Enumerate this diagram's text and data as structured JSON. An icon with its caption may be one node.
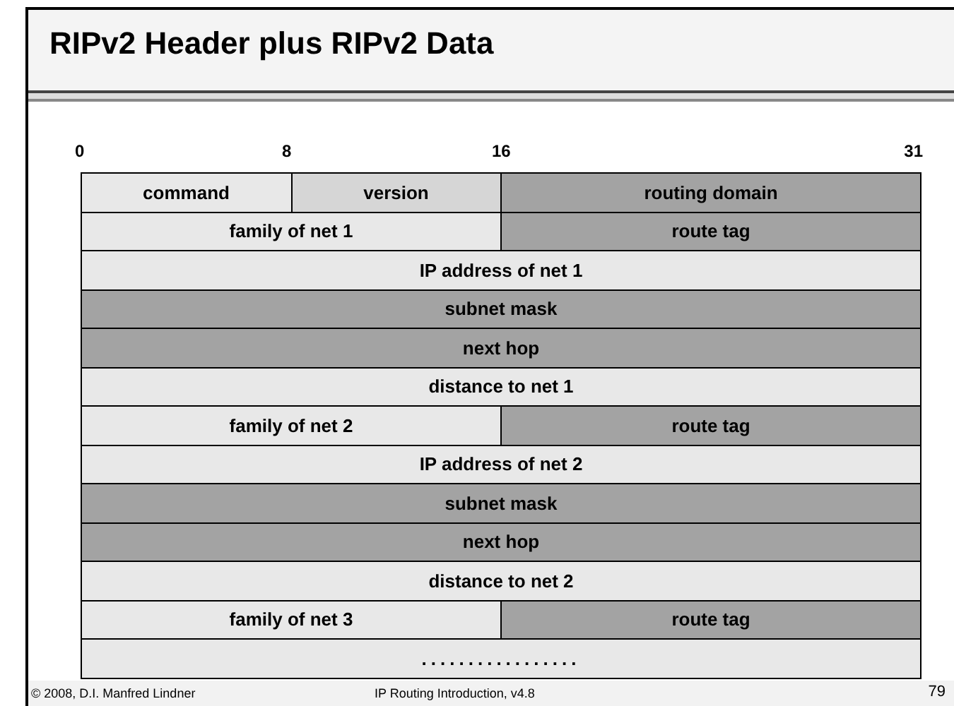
{
  "diagram": {
    "title": "RIPv2 Header plus RIPv2 Data",
    "nodes": [
      {
        "text": [
          "command"
        ]
      },
      {
        "text": [
          "version"
        ]
      },
      {
        "text": [
          "routing domain"
        ]
      },
      {
        "text": [
          "family of net 1"
        ]
      },
      {
        "text": [
          "route tag"
        ]
      },
      {
        "text": [
          "IP address of net 1"
        ]
      },
      {
        "text": [
          "subnet mask"
        ]
      },
      {
        "text": [
          "next hop"
        ]
      },
      {
        "text": [
          "distance to net 1"
        ]
      },
      {
        "text": [
          "family of net 2"
        ]
      },
      {
        "text": [
          "route tag"
        ]
      },
      {
        "text": [
          "IP address of net 2"
        ]
      },
      {
        "text": [
          "subnet mask"
        ]
      },
      {
        "text": [
          "next hop"
        ]
      },
      {
        "text": [
          "distance to net 2"
        ]
      },
      {
        "text": [
          "family of net 3"
        ]
      },
      {
        "text": [
          "route tag"
        ]
      },
      {
        "text": [
          "................."
        ]
      }
    ],
    "labels": [
      "0",
      "8",
      "16",
      "31",
      "© 2008, D.I. Manfred Lindner",
      "IP Routing Introduction, v4.8",
      "79"
    ]
  }
}
